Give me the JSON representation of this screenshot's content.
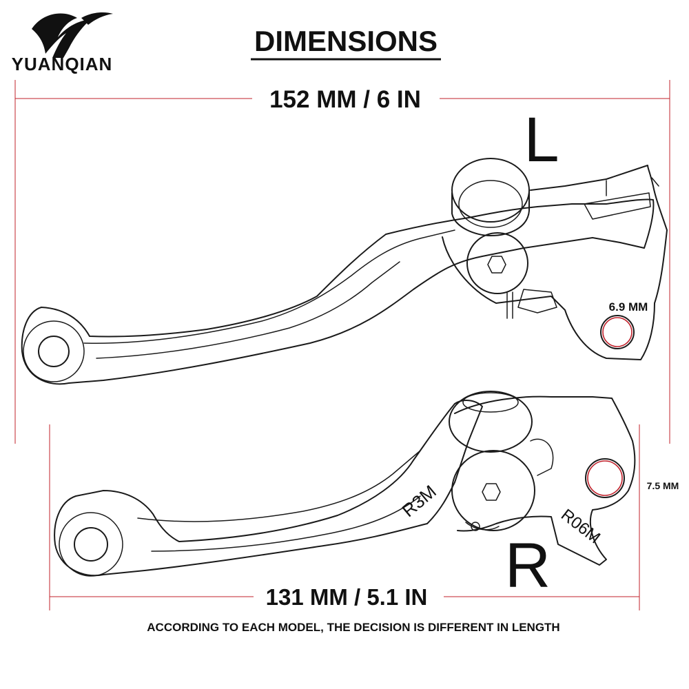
{
  "brand": {
    "name": "YUANQIAN",
    "logo_icon": "yq-logo-icon"
  },
  "title": "DIMENSIONS",
  "dimensions": {
    "left_length": "152 MM / 6 IN",
    "right_length": "131 MM / 5.1 IN",
    "left_hole": "6.9 MM",
    "right_hole": "7.5 MM"
  },
  "levers": {
    "left_label": "L",
    "right_label": "R",
    "right_mark_1": "R3M",
    "right_mark_2": "R06M"
  },
  "footer_note": "ACCORDING TO EACH MODEL, THE DECISION IS DIFFERENT IN LENGTH",
  "colors": {
    "dimension_line": "#c0202a",
    "outline": "#1a1a1a",
    "text": "#111111"
  }
}
